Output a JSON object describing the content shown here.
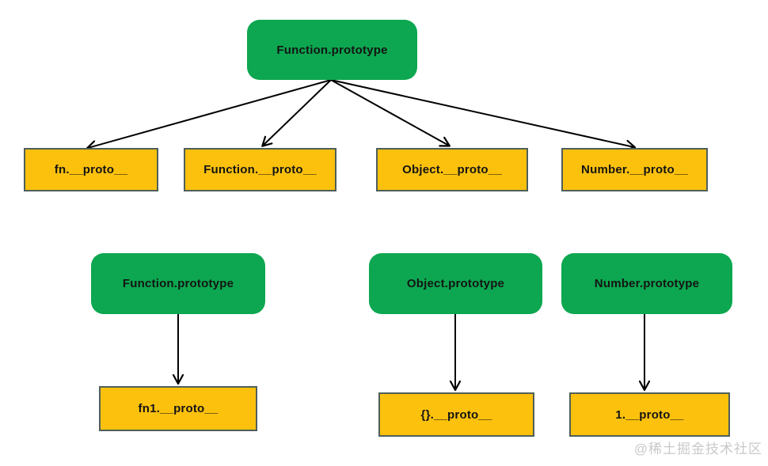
{
  "colors": {
    "node_green": "#0CA750",
    "node_yellow": "#FCC10D",
    "yellow_border": "#4F5F5A",
    "arrow": "#000000",
    "text": "#141414",
    "watermark": "#C9C9C9",
    "canvas_bg": "#FFFFFF"
  },
  "nodes": {
    "top": {
      "label": "Function.prototype"
    },
    "row1": [
      {
        "label": "fn.__proto__"
      },
      {
        "label": "Function.__proto__"
      },
      {
        "label": "Object.__proto__"
      },
      {
        "label": "Number.__proto__"
      }
    ],
    "row2": [
      {
        "label": "Function.prototype"
      },
      {
        "label": "Object.prototype"
      },
      {
        "label": "Number.prototype"
      }
    ],
    "row3": [
      {
        "label": "fn1.__proto__"
      },
      {
        "label": "{}.__proto__"
      },
      {
        "label": "1.__proto__"
      }
    ]
  },
  "watermark": {
    "text": "@稀土掘金技术社区"
  }
}
